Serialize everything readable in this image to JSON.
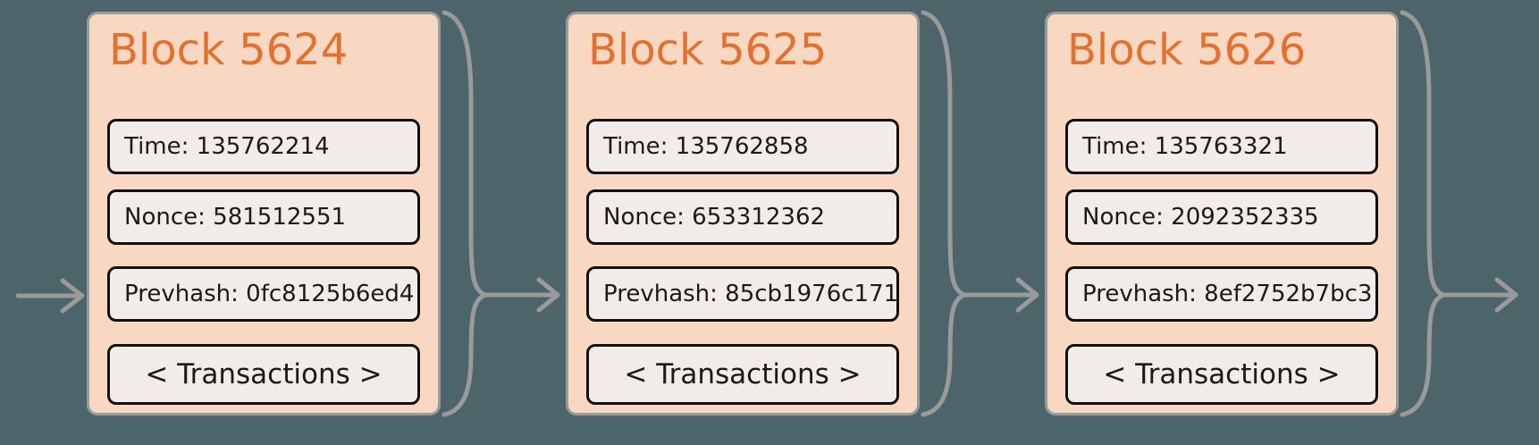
{
  "diagram": {
    "type": "blockchain-chain-diagram",
    "colors": {
      "background": "#4b656b",
      "block_fill": "#f8d8c2",
      "block_border": "#9a9a9a",
      "field_fill": "#f1ece9",
      "field_border": "#111111",
      "title_text": "#e2702e",
      "field_text": "#1a1a1a",
      "connector": "#9a9a9a"
    },
    "connector_icons": [
      "left-in-arrow",
      "brace-arrow-1-2",
      "brace-arrow-2-3",
      "right-out-arrow"
    ]
  },
  "blocks": [
    {
      "title": "Block 5624",
      "fields": {
        "time": "Time: 135762214",
        "nonce": "Nonce: 581512551",
        "prevhash": "Prevhash: 0fc8125b6ed4"
      },
      "transactions_label": "< Transactions >"
    },
    {
      "title": "Block 5625",
      "fields": {
        "time": "Time: 135762858",
        "nonce": "Nonce: 653312362",
        "prevhash": "Prevhash: 85cb1976c171"
      },
      "transactions_label": "< Transactions >"
    },
    {
      "title": "Block 5626",
      "fields": {
        "time": "Time: 135763321",
        "nonce": "Nonce: 2092352335",
        "prevhash": "Prevhash: 8ef2752b7bc3"
      },
      "transactions_label": "< Transactions >"
    }
  ]
}
